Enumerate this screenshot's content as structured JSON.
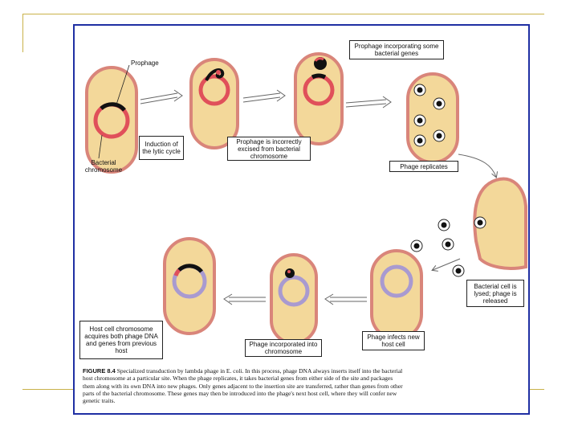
{
  "colors": {
    "cell_fill": "#f3d89a",
    "cell_wall": "#d9857a",
    "bacterial_chromosome": "#e0505a",
    "host_chromosome": "#a99ad0",
    "prophage": "#111111",
    "frame": "#1f2fa3",
    "slide_accent": "#c9b24a"
  },
  "labels": {
    "prophage": "Prophage",
    "bacterial_chromosome": "Bacterial chromosome",
    "induction": "Induction of the lytic cycle",
    "incorrect_excision": "Prophage is incorrectly excised from bacterial chromosome",
    "incorporating": "Prophage incorporating some bacterial genes",
    "phage_replicates": "Phage replicates",
    "lysis": "Bacterial cell is lysed; phage is released",
    "infects": "Phage infects new host cell",
    "incorporated": "Phage incorporated into chromosome",
    "host_acquires": "Host cell chromosome acquires both phage DNA and genes from previous host"
  },
  "caption": {
    "figure_number": "FIGURE 8.4",
    "text": "Specialized transduction by lambda phage in E. coli. In this process, phage DNA always inserts itself into the bacterial host chromosome at a particular site. When the phage replicates, it takes bacterial genes from either side of the site and packages them along with its own DNA into new phages. Only genes adjacent to the insertion site are transferred, rather than genes from other parts of the bacterial chromosome. These genes may then be introduced into the phage's next host cell, where they will confer new genetic traits."
  }
}
